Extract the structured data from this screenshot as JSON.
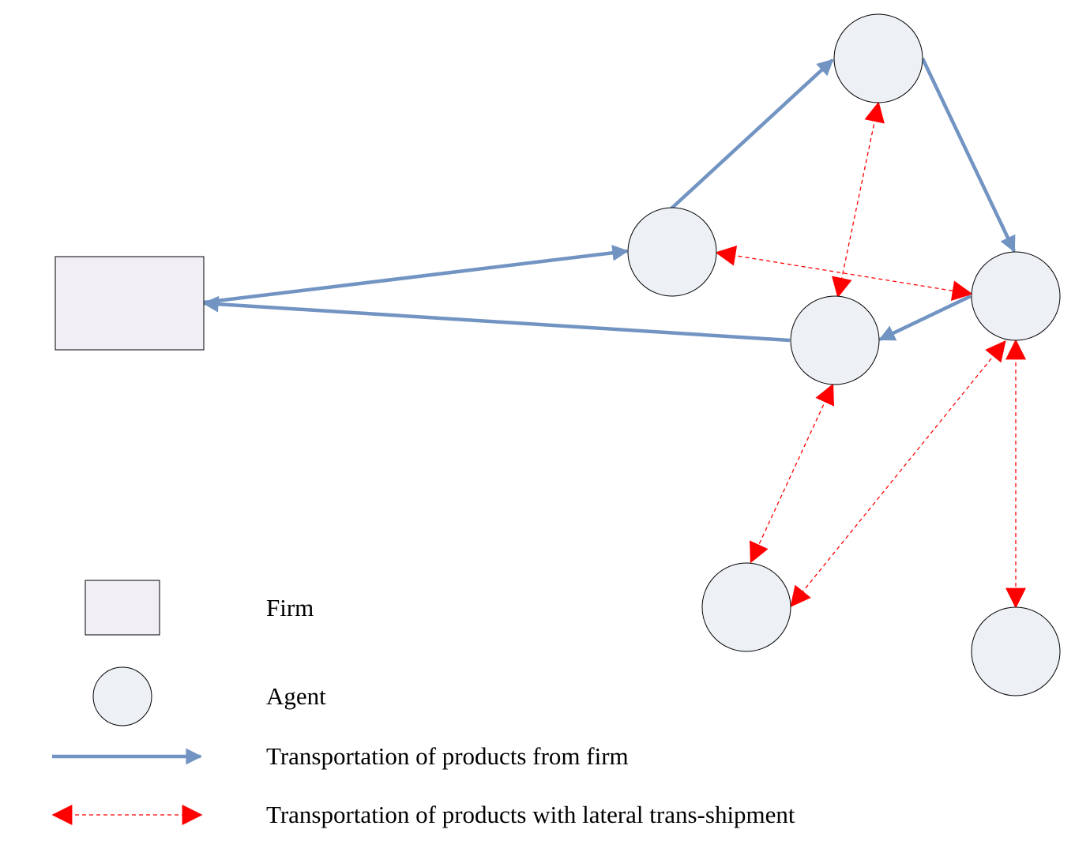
{
  "colors": {
    "firm_fill": "#f1eef5",
    "agent_fill": "#edf0f5",
    "outline": "#000000",
    "solid_arrow": "#7294c3",
    "dashed_arrow": "#ff0000"
  },
  "legend": {
    "firm": "Firm",
    "agent": "Agent",
    "solid_arrow": "Transportation of products from firm",
    "dashed_arrow": "Transportation of products with lateral trans-shipment"
  }
}
